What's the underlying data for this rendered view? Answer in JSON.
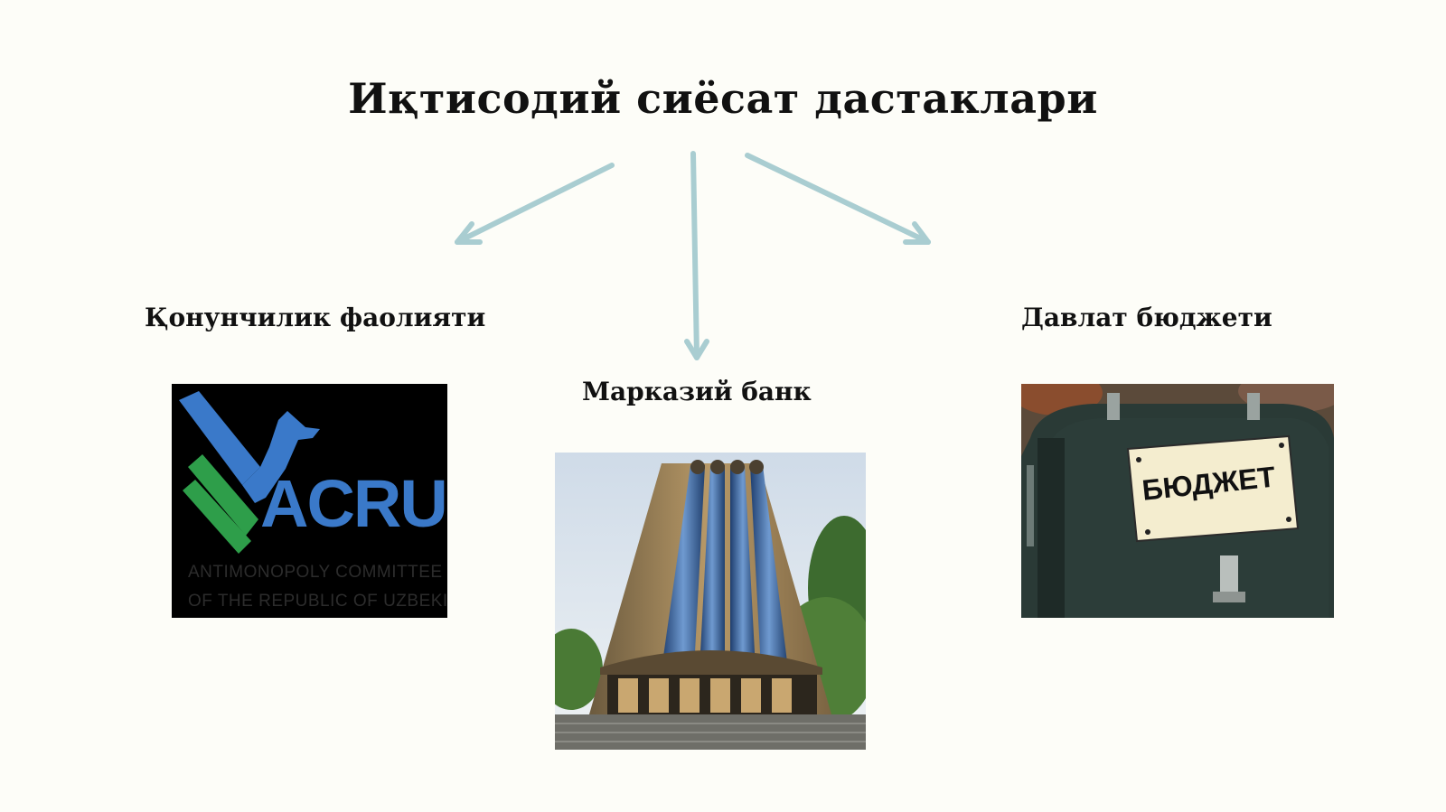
{
  "title": "Иқтисодий сиёсат дастаклари",
  "branches": {
    "left": {
      "label": "Қонунчилик фаолияти"
    },
    "center": {
      "label": "Марказий банк"
    },
    "right": {
      "label": "Давлат бюджети"
    }
  },
  "images": {
    "acru": {
      "logo_text": "ACRU",
      "line1": "ANTIMONOPOLY COMMITTEE",
      "line2": "OF THE REPUBLIC OF UZBEKISTAN",
      "colors": {
        "blue": "#3a79c9",
        "green": "#2e9e4a",
        "background": "#000000"
      }
    },
    "budget": {
      "sign_text": "БЮДЖЕТ"
    }
  },
  "colors": {
    "arrow": "#a9cdd1",
    "background": "#fdfdf8",
    "text": "#111111"
  }
}
